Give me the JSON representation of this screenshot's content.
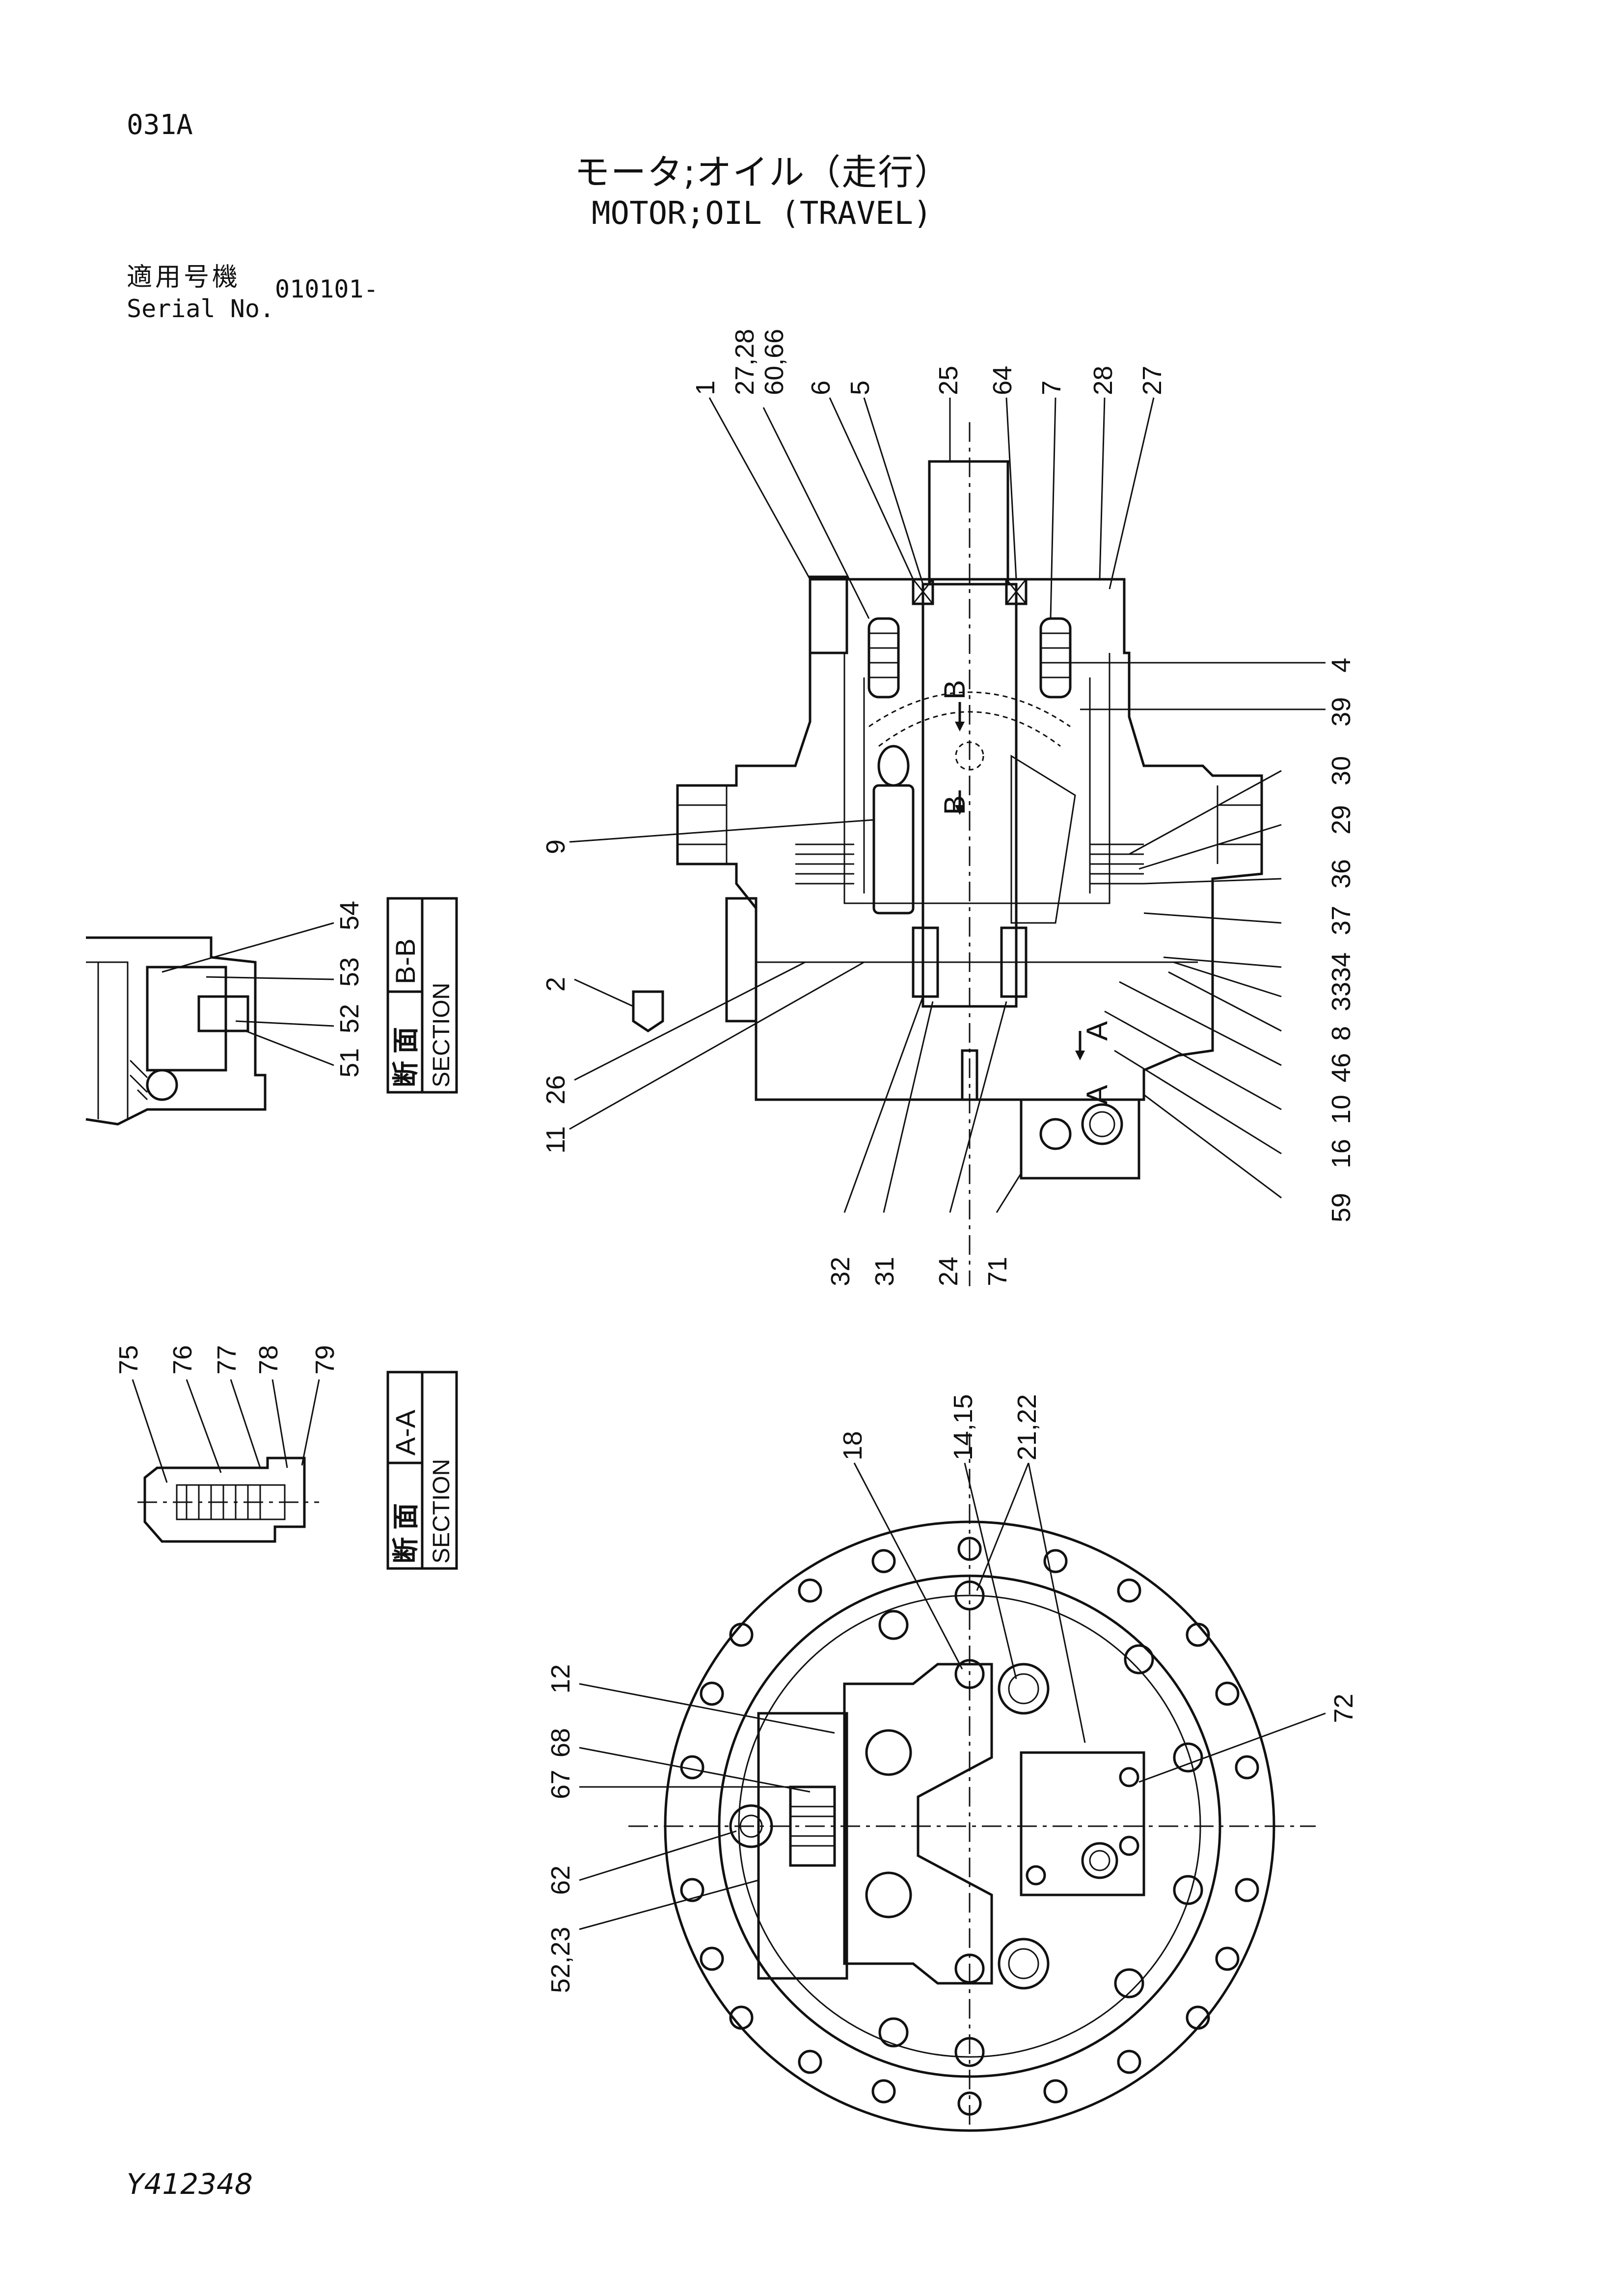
{
  "header": {
    "page_code": "031A",
    "title_jp": "モータ;オイル（走行）",
    "title_en": "MOTOR;OIL (TRAVEL)",
    "serial_label_jp": "適用号機",
    "serial_label_en": "Serial No.",
    "serial_value": "010101-"
  },
  "sections": {
    "bb_jp": "断 面",
    "bb_en": "SECTION",
    "bb_name": "B-B",
    "aa_jp": "断 面",
    "aa_en": "SECTION",
    "aa_name": "A-A"
  },
  "view_markers": {
    "b_upper": "B",
    "b_lower": "B",
    "a_upper": "A",
    "a_lower": "A"
  },
  "callouts": {
    "top": [
      "1",
      "27,28",
      "60,66",
      "6",
      "5",
      "25",
      "64",
      "7",
      "28",
      "27"
    ],
    "right": [
      "4",
      "39",
      "30",
      "29",
      "36",
      "37",
      "34",
      "33",
      "8",
      "46",
      "10",
      "16",
      "59"
    ],
    "left": [
      "9",
      "2",
      "26",
      "11"
    ],
    "bottom": [
      "32",
      "31",
      "24",
      "71"
    ],
    "bb": [
      "54",
      "53",
      "52",
      "51"
    ],
    "aa": [
      "75",
      "76",
      "77",
      "78",
      "79"
    ],
    "plan_top": [
      "18",
      "14,15",
      "21,22"
    ],
    "plan_left": [
      "12",
      "68",
      "67",
      "62",
      "52,23"
    ],
    "plan_right": [
      "72"
    ]
  },
  "footer": {
    "doc_id": "Y412348"
  }
}
